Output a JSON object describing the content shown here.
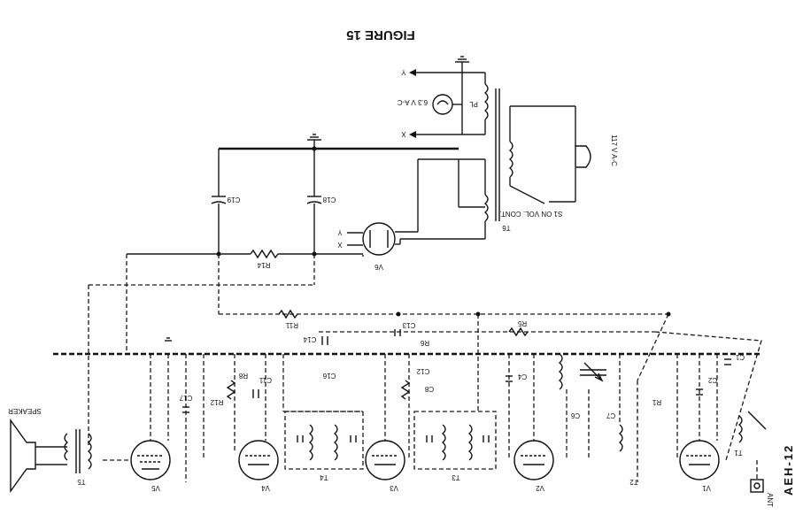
{
  "figure_title": "FIGURE 15",
  "sheet_code": "AEH-12",
  "labels": {
    "speaker": "SPEAKER",
    "ant": "ANT",
    "ac_supply": "117 V A-C",
    "switch_note": "S1 ON VOL. CONT.",
    "heater_supply": "6.3 V A-C",
    "pilot_lamp": "PL",
    "rectifier": "V6",
    "power_transformer": "T6",
    "filter_resistor": "R14",
    "cap_c18": "C18",
    "cap_c19": "C19",
    "heater_x": "X",
    "heater_y": "Y",
    "v1": "V1",
    "v2": "V2",
    "v3": "V3",
    "v4": "V4",
    "v5": "V5",
    "t1": "T1",
    "t2": "T2",
    "t3": "T3",
    "t4": "T4",
    "t5": "T5",
    "r1": "R1",
    "r5": "R5",
    "r6": "R6",
    "r8": "R8",
    "r11": "R11",
    "r12": "R12",
    "c1": "C1",
    "c2": "C2",
    "c4": "C4",
    "c6": "C6",
    "c7": "C7",
    "c8": "C8",
    "c11": "C11",
    "c12": "C12",
    "c13": "C13",
    "c14": "C14",
    "c16": "C16",
    "c17": "C17"
  }
}
